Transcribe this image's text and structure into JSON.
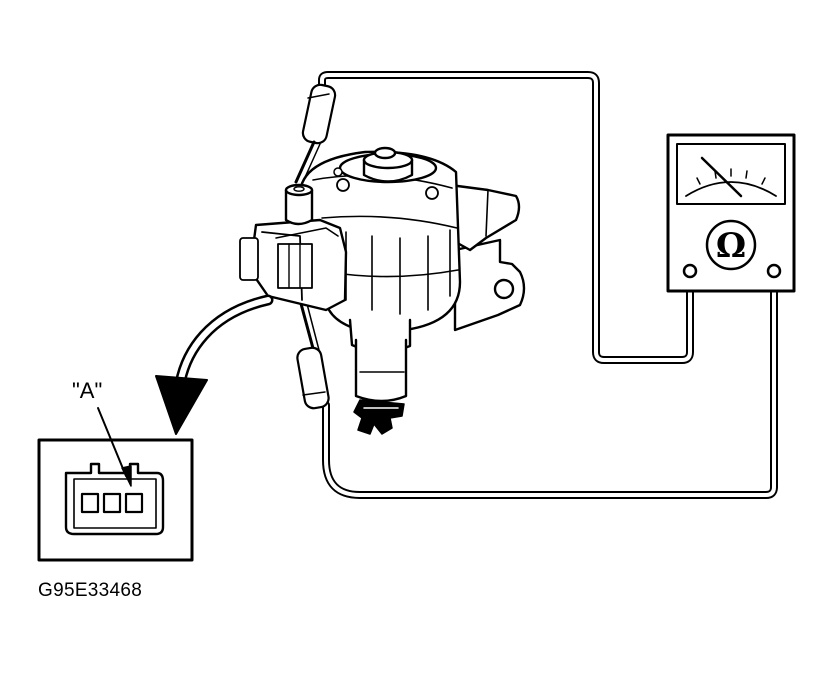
{
  "diagram": {
    "callout_label": "\"A\"",
    "figure_code": "G95E33468",
    "meter_symbol": "Ω",
    "icon_names": [
      "ohmmeter-icon",
      "distributor-icon",
      "connector-icon",
      "test-probe-icon"
    ],
    "line_color": "#000000",
    "background_color": "#ffffff"
  }
}
